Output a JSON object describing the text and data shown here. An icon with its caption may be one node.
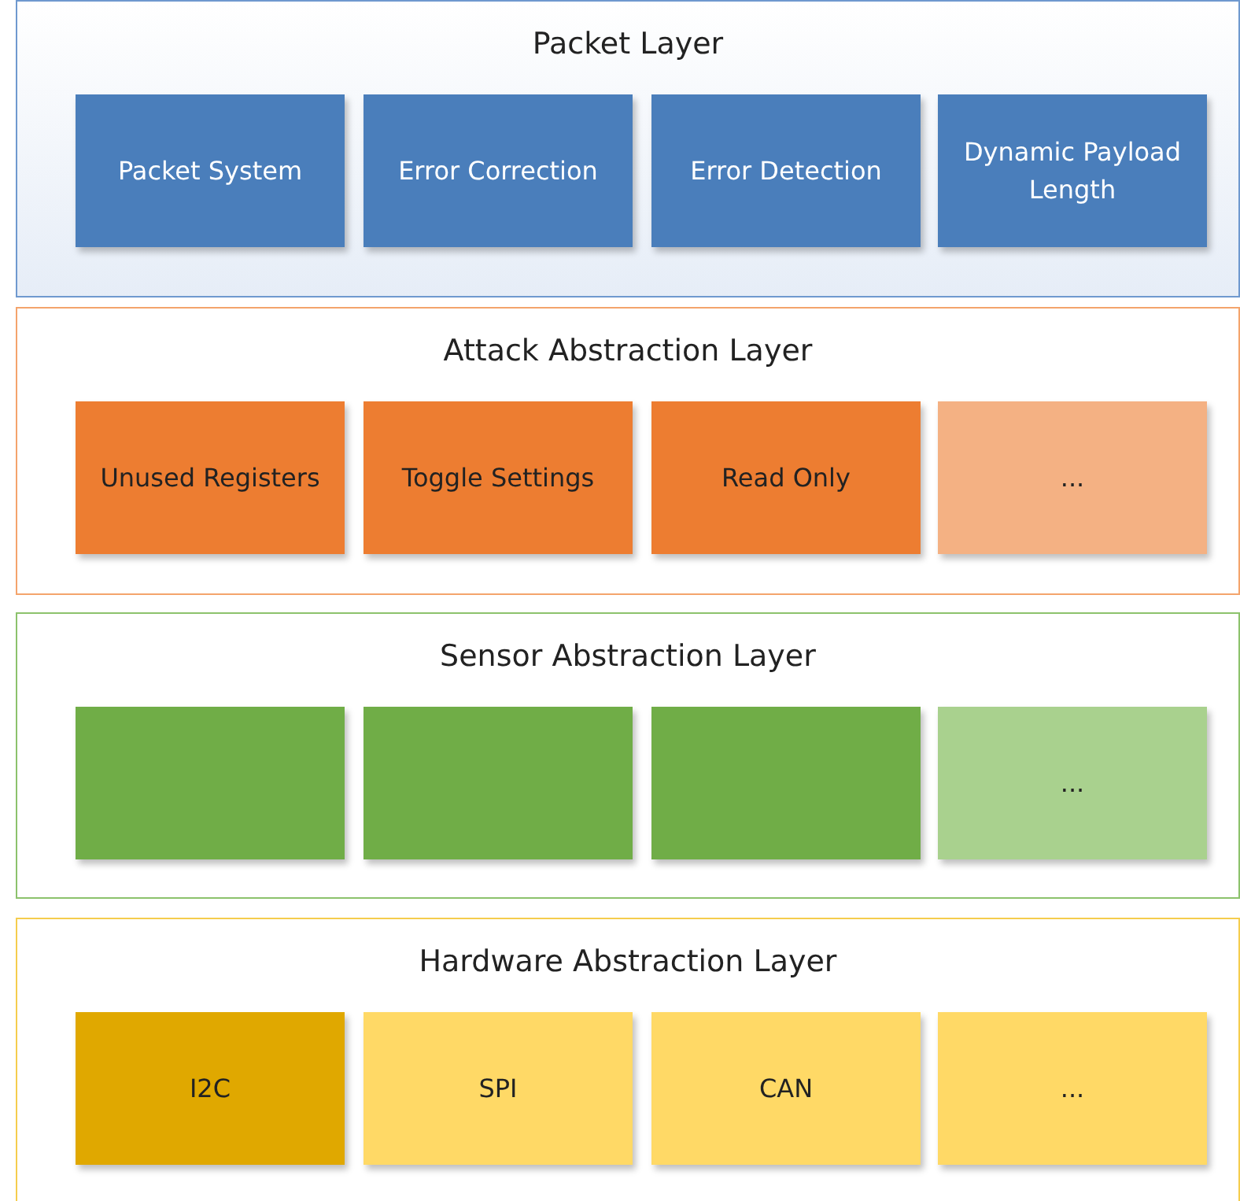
{
  "diagram": {
    "nodes": [
      {
        "text": [
          "Packet Layer"
        ]
      },
      {
        "text": [
          "Packet System"
        ],
        "in": 0
      },
      {
        "text": [
          "Error Correction"
        ],
        "in": 0
      },
      {
        "text": [
          "Error Detection"
        ],
        "in": 0
      },
      {
        "text": [
          "Dynamic Payload Length"
        ],
        "in": 0
      },
      {
        "text": [
          "Attack Abstraction Layer"
        ]
      },
      {
        "text": [
          "Unused Registers"
        ],
        "in": 5
      },
      {
        "text": [
          "Toggle Settings"
        ],
        "in": 5
      },
      {
        "text": [
          "Read Only"
        ],
        "in": 5
      },
      {
        "text": [
          "..."
        ],
        "in": 5
      },
      {
        "text": [
          "Sensor Abstraction Layer"
        ]
      },
      {
        "text": [],
        "shape": "box",
        "in": 10
      },
      {
        "text": [],
        "shape": "box",
        "in": 10
      },
      {
        "text": [],
        "shape": "box",
        "in": 10
      },
      {
        "text": [
          "..."
        ],
        "in": 10
      },
      {
        "text": [
          "Hardware Abstraction Layer"
        ]
      },
      {
        "text": [
          "I2C"
        ],
        "in": 15
      },
      {
        "text": [
          "SPI"
        ],
        "in": 15
      },
      {
        "text": [
          "CAN"
        ],
        "in": 15
      },
      {
        "text": [
          "..."
        ],
        "in": 15
      }
    ]
  }
}
